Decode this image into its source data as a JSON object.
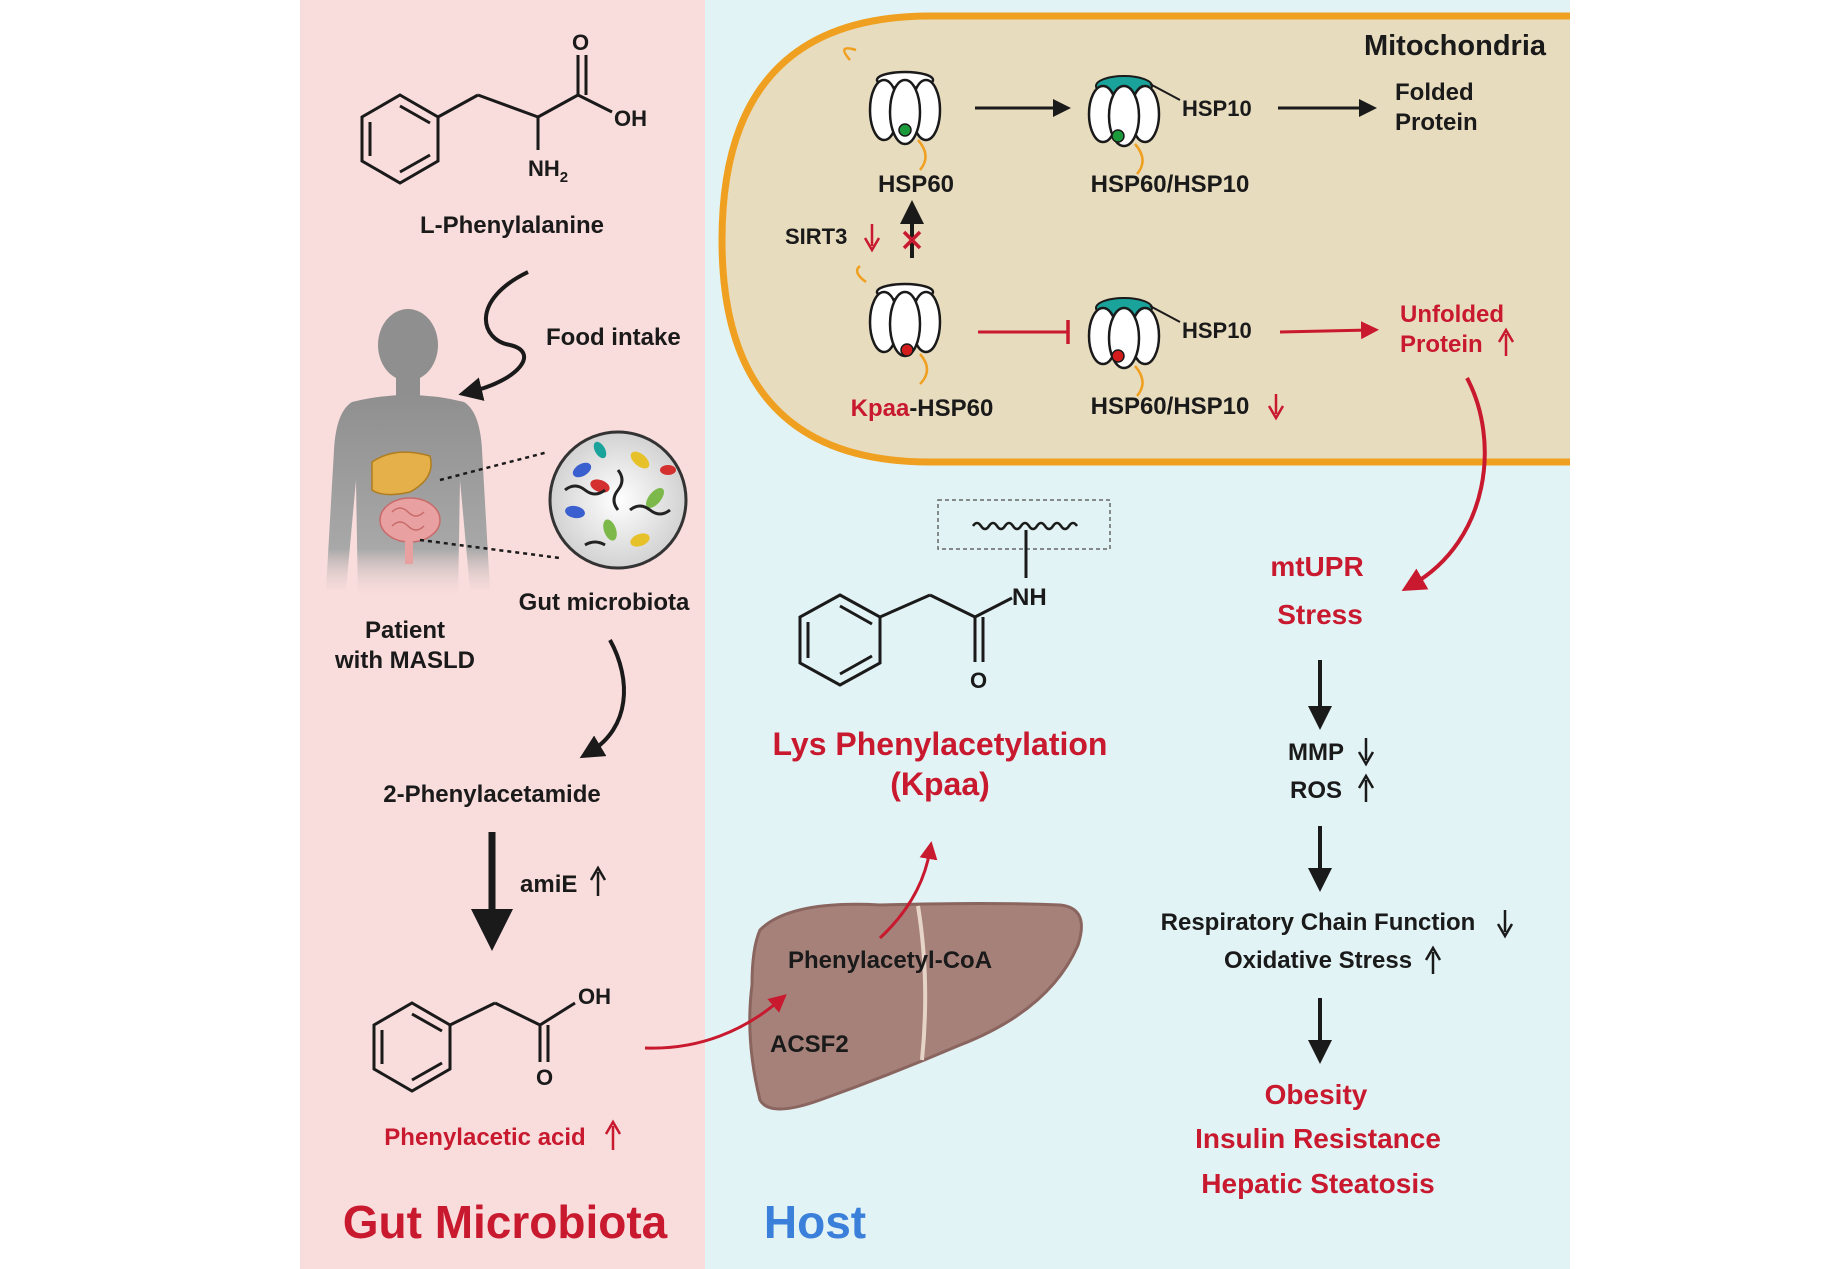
{
  "colors": {
    "gut_bg": "#f9dcdc",
    "host_bg": "#e2f3f5",
    "mito_fill": "#e8dcbf",
    "mito_border": "#f0a020",
    "red": "#c8192f",
    "blue": "#3a7fd9",
    "black": "#1a1a1a",
    "teal": "#1aa39a",
    "liver": "#a6817a"
  },
  "panels": {
    "gut_title": "Gut Microbiota",
    "host_title": "Host"
  },
  "gut": {
    "compound1": "L-Phenylalanine",
    "food_intake": "Food intake",
    "patient_line1": "Patient",
    "patient_line2": "with MASLD",
    "gut_microbiota": "Gut microbiota",
    "compound2": "2-Phenylacetamide",
    "enzyme": "amiE",
    "compound3": "Phenylacetic acid"
  },
  "chem": {
    "oh": "OH",
    "o": "O",
    "nh2": "NH",
    "nh2_sub": "2",
    "nh": "NH"
  },
  "host": {
    "liver_product": "Phenylacetyl-CoA",
    "liver_enzyme": "ACSF2",
    "kpaa_line1": "Lys Phenylacetylation",
    "kpaa_line2": "(Kpaa)"
  },
  "mito": {
    "title": "Mitochondria",
    "hsp60": "HSP60",
    "hsp10": "HSP10",
    "complex": "HSP60/HSP10",
    "folded_line1": "Folded",
    "folded_line2": "Protein",
    "sirt3": "SIRT3",
    "kpaa_prefix": "Kpaa",
    "kpaa_suffix": "-HSP60",
    "unfolded_line1": "Unfolded",
    "unfolded_line2": "Protein"
  },
  "cascade": {
    "mtupr": "mtUPR",
    "stress": "Stress",
    "mmp": "MMP",
    "ros": "ROS",
    "respiratory": "Respiratory Chain Function",
    "oxidative": "Oxidative Stress",
    "outcome1": "Obesity",
    "outcome2": "Insulin Resistance",
    "outcome3": "Hepatic Steatosis"
  }
}
